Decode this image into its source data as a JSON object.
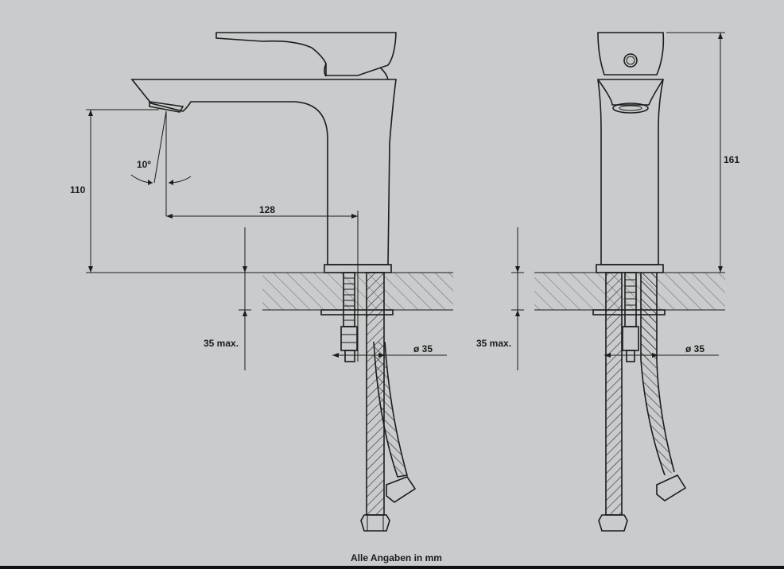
{
  "dimensions": {
    "spout_height": "110",
    "spout_reach": "128",
    "spout_angle": "10º",
    "total_height": "161",
    "max_thickness_left": "35 max.",
    "max_thickness_right": "35 max.",
    "hole_diameter_left": "ø 35",
    "hole_diameter_right": "ø 35"
  },
  "footer": {
    "note": "Alle Angaben in mm"
  },
  "colors": {
    "background": "#c9cbcc",
    "line": "#1c1c1c"
  }
}
